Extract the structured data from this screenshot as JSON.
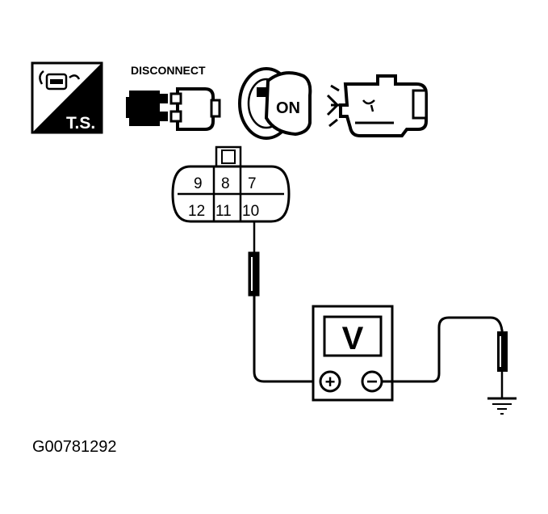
{
  "icons": {
    "troubleshoot": {
      "name": "troubleshoot-icon",
      "label": "T.S."
    },
    "disconnect": {
      "name": "disconnect-connector-icon",
      "label": "DISCONNECT"
    },
    "ignition": {
      "name": "ignition-key-on-icon",
      "label": "ON"
    },
    "engine": {
      "name": "engine-icon"
    }
  },
  "connector": {
    "top_row": [
      "9",
      "8",
      "7"
    ],
    "bottom_row": [
      "12",
      "11",
      "10"
    ]
  },
  "voltmeter": {
    "display": "V",
    "positive_symbol": "+",
    "negative_symbol": "−"
  },
  "figure_id": "G00781292"
}
